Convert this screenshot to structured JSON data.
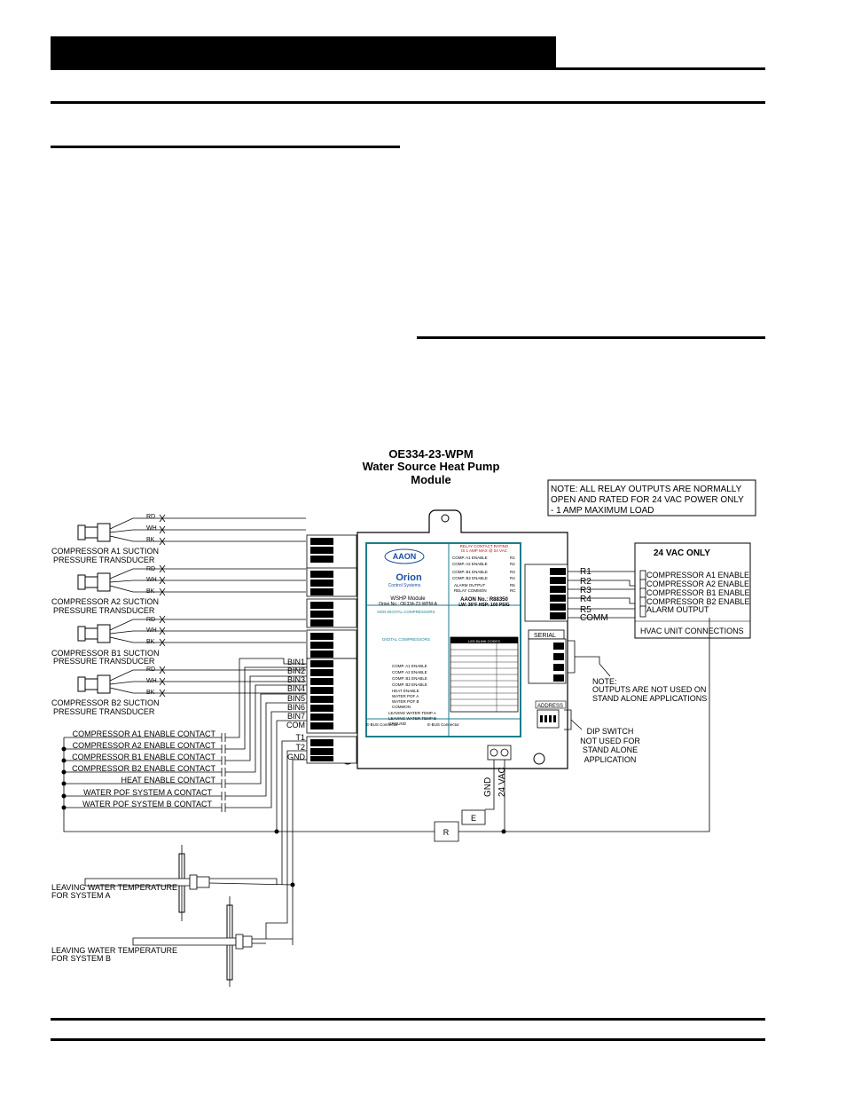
{
  "module": {
    "part_number": "OE334-23-WPM",
    "title_line2": "Water Source Heat Pump",
    "title_line3": "Module"
  },
  "note_relay": {
    "line1": "NOTE:  ALL RELAY OUTPUTS ARE NORMALLY",
    "line2": "OPEN AND RATED FOR 24 VAC POWER ONLY",
    "line3": "- 1 AMP MAXIMUM LOAD"
  },
  "transducers": [
    {
      "label1": "COMPRESSOR A1 SUCTION",
      "label2": "PRESSURE TRANSDUCER"
    },
    {
      "label1": "COMPRESSOR A2 SUCTION",
      "label2": "PRESSURE TRANSDUCER"
    },
    {
      "label1": "COMPRESSOR B1 SUCTION",
      "label2": "PRESSURE TRANSDUCER"
    },
    {
      "label1": "COMPRESSOR B2 SUCTION",
      "label2": "PRESSURE TRANSDUCER"
    }
  ],
  "wire_colors": [
    "RD",
    "WH",
    "BK"
  ],
  "terminals_left": [
    "BIN1",
    "BIN2",
    "BIN3",
    "BIN4",
    "BIN5",
    "BIN6",
    "BIN7",
    "COM",
    "T1",
    "T2",
    "GND"
  ],
  "contacts": [
    "COMPRESSOR A1 ENABLE CONTACT",
    "COMPRESSOR A2 ENABLE CONTACT",
    "COMPRESSOR B1 ENABLE CONTACT",
    "COMPRESSOR B2 ENABLE CONTACT",
    "HEAT ENABLE CONTACT",
    "WATER POF SYSTEM A CONTACT",
    "WATER POF SYSTEM B CONTACT"
  ],
  "relay_terminals": [
    "R1",
    "R2",
    "R3",
    "R4",
    "R5",
    "COMM"
  ],
  "hvac_box": {
    "title": "24 VAC ONLY",
    "outputs": [
      "COMPRESSOR A1 ENABLE",
      "COMPRESSOR A2 ENABLE",
      "COMPRESSOR B1 ENABLE",
      "COMPRESSOR B2 ENABLE",
      "ALARM OUTPUT"
    ],
    "footer": "HVAC UNIT CONNECTIONS"
  },
  "note_outputs": {
    "line1": "NOTE:",
    "line2": "OUTPUTS ARE NOT USED ON",
    "line3": "STAND ALONE APPLICATIONS"
  },
  "dip_note": [
    "DIP SWITCH",
    "NOT USED FOR",
    "STAND ALONE",
    "APPLICATION"
  ],
  "power": {
    "gnd": "GND",
    "vac": "24 VAC",
    "box_e": "E",
    "box_r": "R"
  },
  "temp_sensors": [
    {
      "label1": "LEAVING WATER TEMPERATURE",
      "label2": "FOR SYSTEM A"
    },
    {
      "label1": "LEAVING WATER TEMPERATURE",
      "label2": "FOR SYSTEM B"
    }
  ],
  "board": {
    "brand": "AAON",
    "brand2": "Orion",
    "brand3": "Control Systems",
    "module_name": "WSHP Module",
    "orion_no": "Orion No.: OE334-23-WPM-A",
    "aaon_no": "AAON No.: R88350",
    "limits": "LW: 36°F  HSP: 100 PSIG",
    "relay_ratings_1": "RELAY CONTACT RATING",
    "relay_ratings_2": "IS 1 AMP MAX @ 24 VAC",
    "relay_lines": [
      "COMP. A1 ENABLE",
      "COMP. A2 ENABLE",
      "COMP. B1 ENABLE",
      "COMP. B2 ENABLE",
      "ALARM OUTPUT",
      "RELAY COMMON"
    ],
    "relay_codes": [
      "R1",
      "R2",
      "R3",
      "R4",
      "R5",
      "RC"
    ],
    "nd_title": "NON-DIGITAL COMPRESSORS",
    "d_title": "DIGITAL COMPRESSORS",
    "bin_lines": [
      "COMP. A1  ENABLE",
      "COMP. A2  ENABLE",
      "COMP. B1  ENABLE",
      "COMP. B2  ENABLE",
      "HEAT ENABLE",
      "WATER POF A",
      "WATER POF B",
      "COMMON"
    ],
    "temp_lines": [
      "LEAVING WATER TEMP A",
      "LEAVING WATER TEMP B",
      "GROUND"
    ],
    "ebus1": "E-BUS Connector",
    "ebus2": "E-BUS Connector",
    "serial": "SERIAL",
    "address": "ADDRESS",
    "led_title": "LED BLINK CODES"
  }
}
